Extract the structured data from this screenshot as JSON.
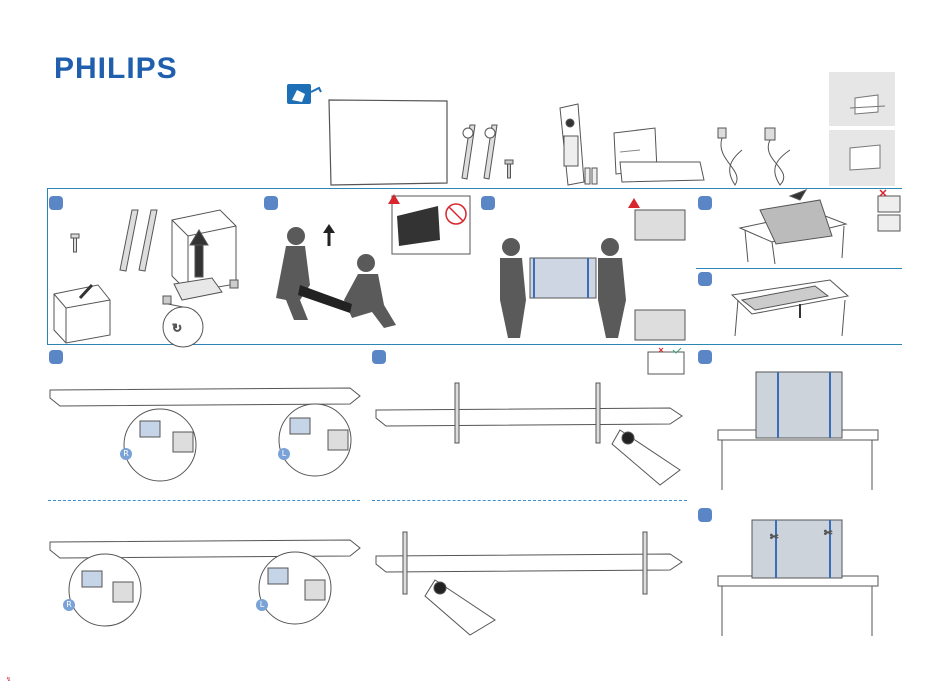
{
  "brand": {
    "logo_text": "PHILIPS",
    "color": "#1f5fae"
  },
  "colors": {
    "accent_line": "#2b86b6",
    "badge_blue": "#5a86c6",
    "badge_green": "#3aa57a",
    "warning_red": "#d7262e",
    "check_green": "#3aa57a"
  },
  "steps": {
    "side_labels": [
      "R",
      "L",
      "R",
      "L"
    ]
  },
  "footer": {
    "mark": "↯"
  }
}
